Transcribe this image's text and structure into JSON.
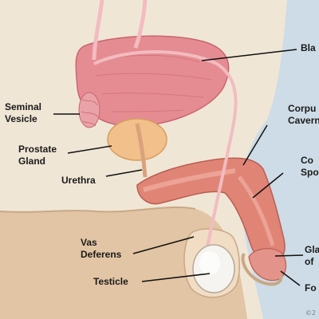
{
  "diagram": {
    "labels": {
      "bladder": "Bla",
      "seminal_vesicle": [
        "Seminal",
        "Vesicle"
      ],
      "prostate_gland": [
        "Prostate",
        "Gland"
      ],
      "urethra": "Urethra",
      "corpus_cavernosum": [
        "Corpu",
        "Caverno"
      ],
      "corpus_spongiosum": [
        "Co",
        "Spong"
      ],
      "vas_deferens": [
        "Vas",
        "Deferens"
      ],
      "testicle": "Testicle",
      "glans": [
        "Gla",
        "of"
      ],
      "foreskin": "Fo"
    },
    "copyright": "©2"
  },
  "colors": {
    "background": "#cddce6",
    "body": "#f0e6d6",
    "skin": "#e2c5a4",
    "bladder": "#e58c92",
    "prostate": "#f2c08a",
    "erectile_tissue": "#e08576",
    "duct": "#f2bcc0",
    "label_text": "#1a1a1a",
    "leader_line": "#111111"
  }
}
